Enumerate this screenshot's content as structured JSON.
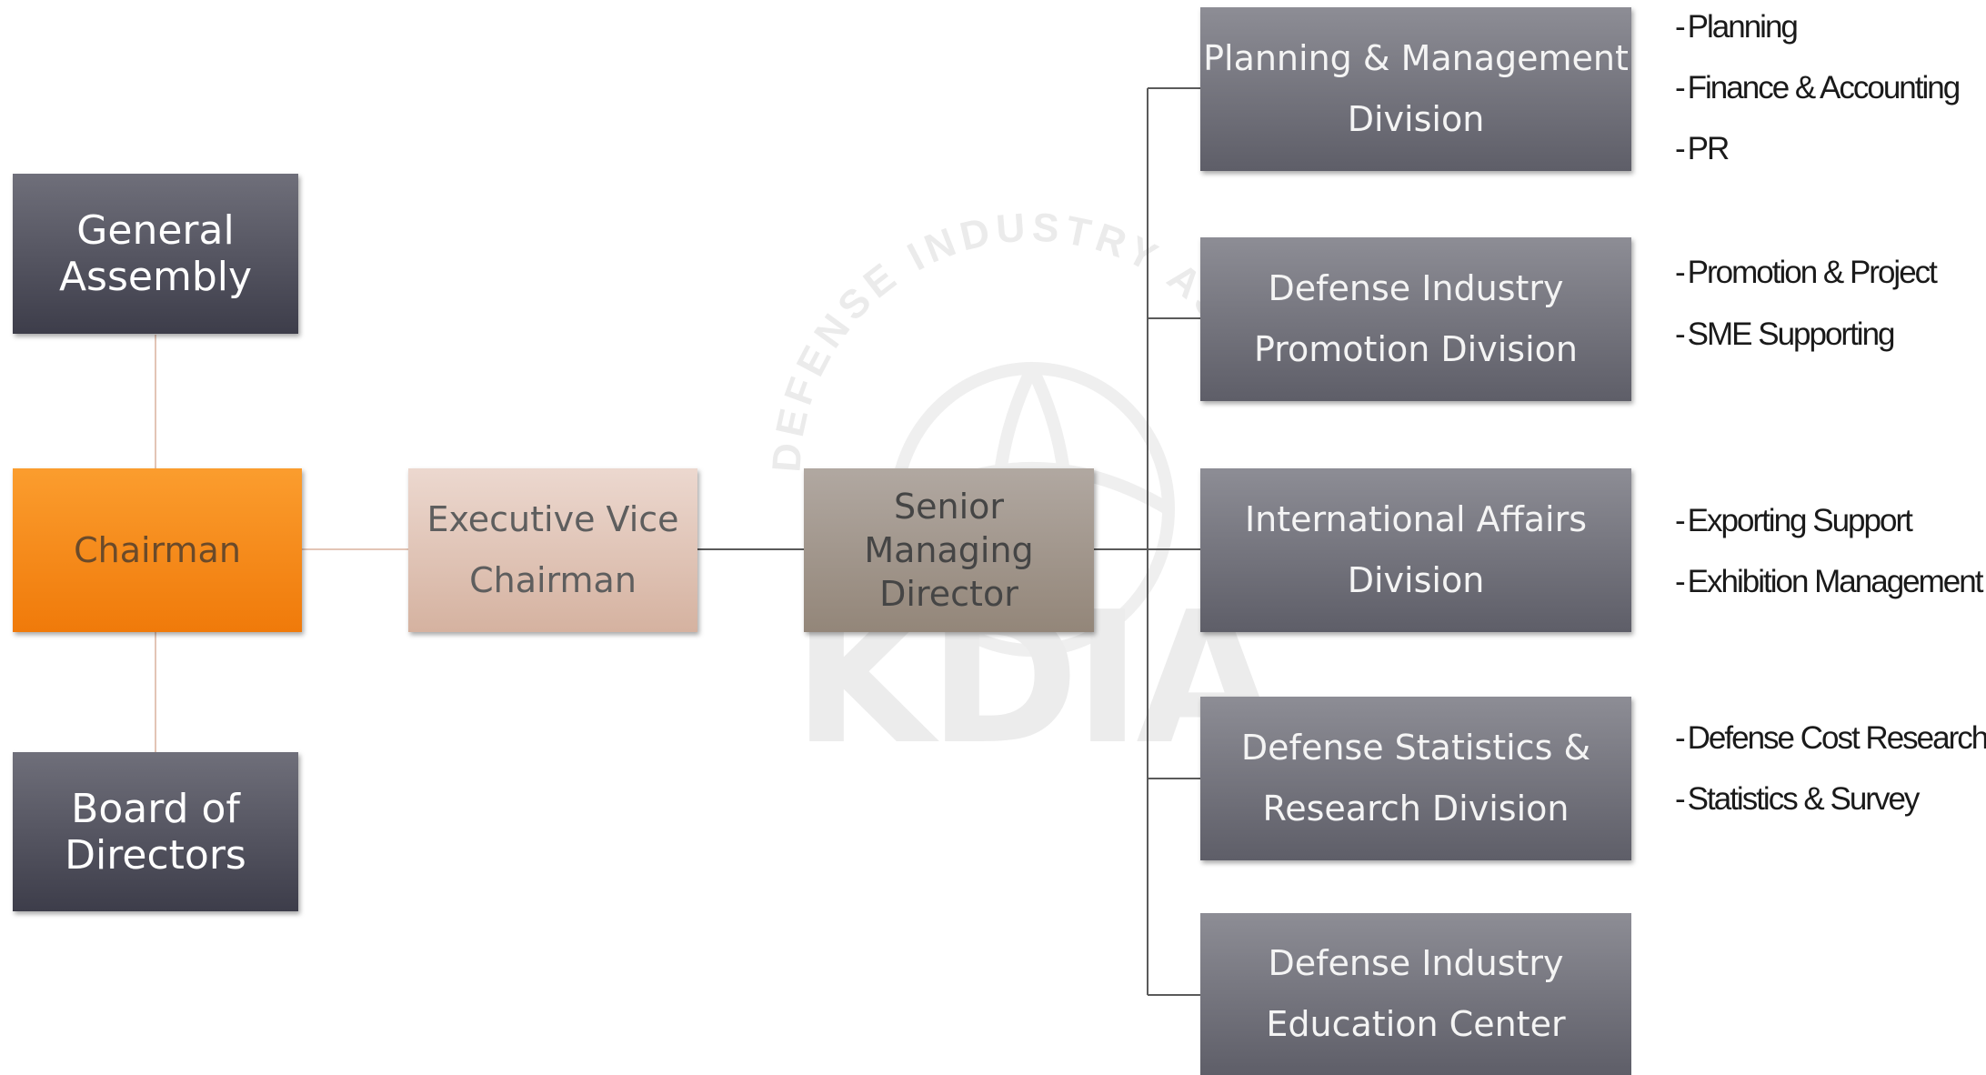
{
  "governance": {
    "general_assembly": [
      "General",
      "Assembly"
    ],
    "chairman": "Chairman",
    "board_of_directors": [
      "Board of",
      "Directors"
    ],
    "executive_vice_chairman": [
      "Executive Vice",
      "Chairman"
    ],
    "senior_managing_director": [
      "Senior Managing",
      "Director"
    ]
  },
  "divisions": [
    {
      "title": [
        "Planning & Management",
        "Division"
      ],
      "duties": [
        "Planning",
        "Finance & Accounting",
        "PR"
      ]
    },
    {
      "title": [
        "Defense Industry",
        "Promotion Division"
      ],
      "duties": [
        "Promotion & Project",
        "SME Supporting"
      ]
    },
    {
      "title": [
        "International Affairs",
        "Division"
      ],
      "duties": [
        "Exporting Support",
        "Exhibition Management"
      ]
    },
    {
      "title": [
        "Defense Statistics &",
        "Research Division"
      ],
      "duties": [
        "Defense Cost Research",
        "Statistics & Survey"
      ]
    },
    {
      "title": [
        "Defense Industry",
        "Education Center"
      ],
      "duties": []
    }
  ],
  "duty_prefix": "-",
  "watermark": {
    "ring_text": "DEFENSE INDUSTRY ASSO",
    "logo_text": "KDIA",
    "color": "#e9e9e9"
  },
  "colors": {
    "dark_box": "#4a4a56",
    "chairman": "#f68a1c",
    "executive_vice": "#e2c4b6",
    "senior_managing": "#a1968c",
    "division_box": "#72727c",
    "connector_gray": "#5a5a5a",
    "connector_peach": "#e3c5b6"
  }
}
